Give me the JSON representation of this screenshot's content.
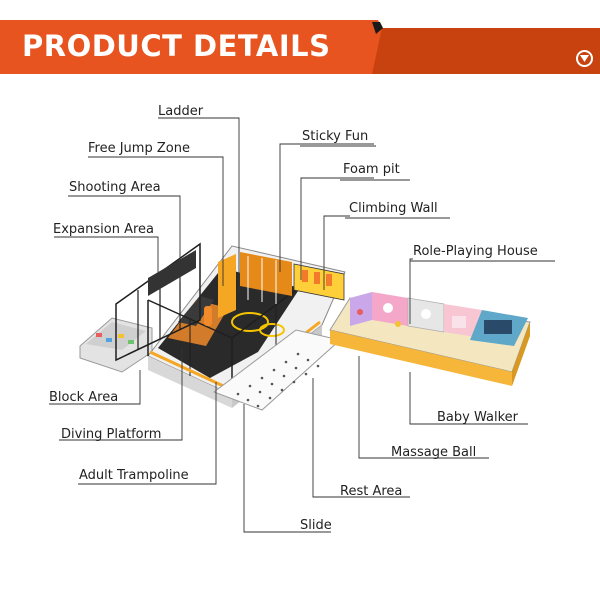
{
  "header": {
    "title": "PRODUCT DETAILS",
    "icon": "chevron-down-circle-icon"
  },
  "colors": {
    "banner_orange": "#e8541f",
    "banner_dark": "#c7420f",
    "accent_yellow": "#f5a623",
    "frame_dark": "#1f1f1f"
  },
  "labels": {
    "ladder": "Ladder",
    "free_jump_zone": "Free Jump Zone",
    "shooting_area": "Shooting Area",
    "expansion_area": "Expansion Area",
    "sticky_fun": "Sticky Fun",
    "foam_pit": "Foam pit",
    "climbing_wall": "Climbing Wall",
    "role_playing_house": "Role-Playing House",
    "block_area": "Block Area",
    "diving_platform": "Diving Platform",
    "adult_trampoline": "Adult Trampoline",
    "baby_walker": "Baby Walker",
    "massage_ball": "Massage Ball",
    "rest_area": "Rest Area",
    "slide": "Slide"
  }
}
